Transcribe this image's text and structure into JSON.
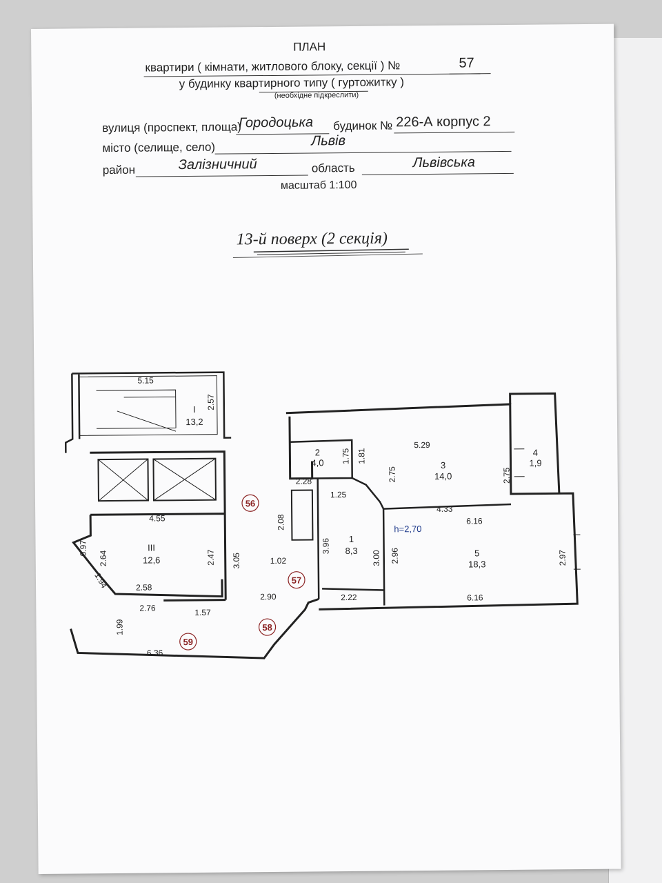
{
  "header": {
    "title": "ПЛАН",
    "line1_prefix": "квартири ( кімнати, житлового блоку, секції ) №",
    "apartment_no": "57",
    "line2": "у будинку квартирного типу ( гуртожитку )",
    "note": "(необхідне підкреслити)",
    "street_label": "вулиця (проспект, площа)",
    "street": "Городоцька",
    "house_label": "будинок №",
    "house": "226-А корпус 2",
    "city_label": "місто (селище, село)",
    "city": "Львів",
    "district_label": "район",
    "district": "Залізничний",
    "region_label": "область",
    "region": "Львівська",
    "scale": "масштаб 1:100"
  },
  "floor_title": "13-й поверх (2 секція)",
  "plan": {
    "dims": {
      "d515": "5.15",
      "d257": "2.57",
      "d455": "4.55",
      "d097": "0.97",
      "d264": "2.64",
      "d247": "2.47",
      "d194": "1.94",
      "d258": "2.58",
      "d276": "2.76",
      "d157": "1.57",
      "d199": "1.99",
      "d636": "6.36",
      "d305": "3.05",
      "d290": "2.90",
      "d208": "2.08",
      "d102": "1.02",
      "d396": "3.96",
      "d175": "1.75",
      "d181": "1.81",
      "d228": "2.28",
      "d125": "1.25",
      "d529": "5.29",
      "d275a": "2.75",
      "d275b": "2.75",
      "d433": "4.33",
      "d300": "3.00",
      "d222": "2.22",
      "d296": "2.96",
      "d616a": "6.16",
      "d616b": "6.16",
      "d297": "2.97"
    },
    "rooms": {
      "r_I": "I",
      "a_I": "13,2",
      "r_III": "III",
      "a_III": "12,6",
      "r1": "1",
      "a1": "8,3",
      "r2": "2",
      "a2": "4,0",
      "r3": "3",
      "a3": "14,0",
      "r4": "4",
      "a4": "1,9",
      "r5": "5",
      "a5": "18,3"
    },
    "height": "h=2,70",
    "apartments": {
      "a56": "56",
      "a57": "57",
      "a58": "58",
      "a59": "59"
    }
  }
}
